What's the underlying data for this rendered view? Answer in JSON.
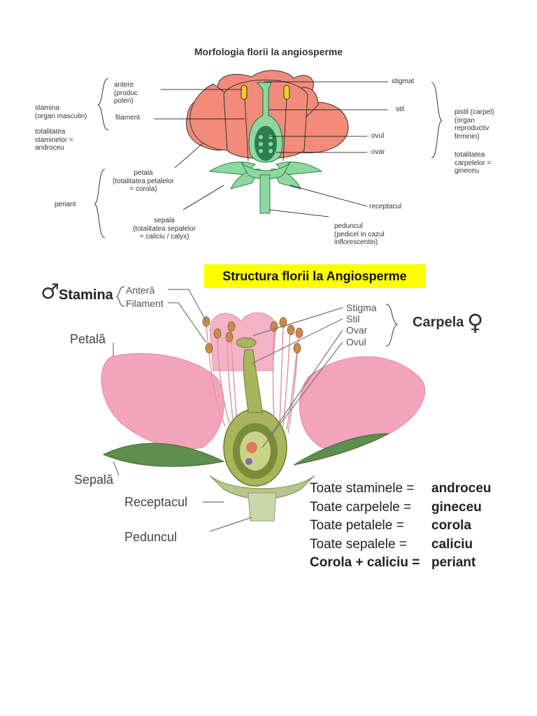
{
  "diagram1": {
    "title": "Morfologia florii la angiosperme",
    "left_labels": {
      "stamina": "stamina\n(organ masculin)",
      "totalitatea": "totalitatea\nstaminelor =\nandroceu",
      "antere": "antere\n(produc\npolen)",
      "filament": "filament",
      "petala": "petala\n(totalitatea petalelor\n= corola)",
      "periant": "periant",
      "sepala": "sepala\n(totalitatea sepalelor\n= caliciu / calyx)"
    },
    "right_labels": {
      "stigmat": "stigmat",
      "stil": "stil",
      "ovul": "ovul",
      "ovar": "ovar",
      "pistil": "pistil (carpel)\n(organ\nreproductiv\nfeminin)",
      "totalitatea": "totalitatea\ncarpelelor =\ngineceu",
      "receptacul": "receptacul",
      "peduncul": "peduncul\n(pedicel in cazul\ninflorescentei)"
    },
    "colors": {
      "petal": "#f28b7a",
      "green": "#8ed8a0",
      "green_dark": "#2e7d4f",
      "anther": "#f0d020"
    }
  },
  "diagram2": {
    "title": "Structura florii la Angiosperme",
    "male_symbol": "♂",
    "female_symbol": "♀",
    "stamina": "Stamina",
    "antera": "Anteră",
    "filament": "Filament",
    "petala": "Petală",
    "sepala": "Sepală",
    "receptacul": "Receptacul",
    "peduncul": "Peduncul",
    "stigma": "Stigma",
    "stil": "Stil",
    "ovar": "Ovar",
    "ovul": "Ovul",
    "carpela": "Carpela",
    "summary": [
      {
        "left": "Toate staminele =",
        "right": "androceu",
        "left_bold": false
      },
      {
        "left": "Toate carpelele =",
        "right": "gineceu",
        "left_bold": false
      },
      {
        "left": "Toate petalele =",
        "right": "corola",
        "left_bold": false
      },
      {
        "left": "Toate sepalele =",
        "right": "caliciu",
        "left_bold": false
      },
      {
        "left": "Corola + caliciu =",
        "right": "periant",
        "left_bold": true
      }
    ],
    "colors": {
      "highlight": "#ffff00",
      "petal": "#f4a3bd",
      "leaf": "#5f8f4e",
      "style": "#a8b55a"
    }
  }
}
